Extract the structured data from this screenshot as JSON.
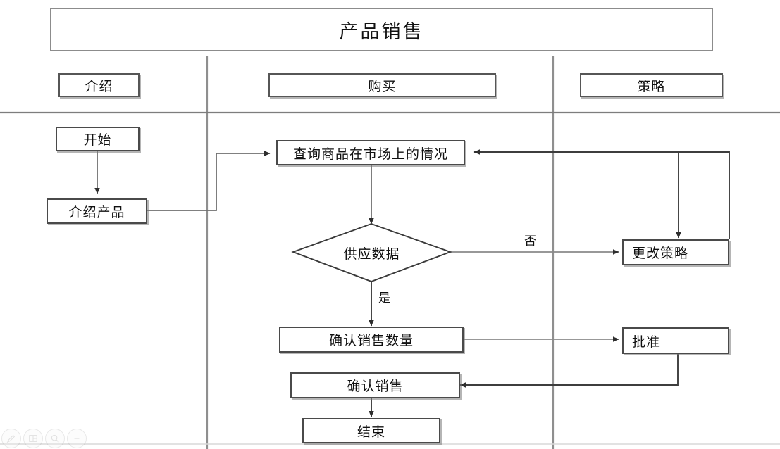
{
  "diagram": {
    "title": "产品销售",
    "type": "swimlane-flowchart",
    "lanes": [
      {
        "id": "intro",
        "label": "介绍"
      },
      {
        "id": "purchase",
        "label": "购买"
      },
      {
        "id": "strategy",
        "label": "策略"
      }
    ],
    "nodes": [
      {
        "id": "start",
        "lane": "intro",
        "shape": "rect",
        "label": "开始"
      },
      {
        "id": "introduce",
        "lane": "intro",
        "shape": "rect",
        "label": "介绍产品"
      },
      {
        "id": "query",
        "lane": "purchase",
        "shape": "rect",
        "label": "查询商品在市场上的情况"
      },
      {
        "id": "supply",
        "lane": "purchase",
        "shape": "diamond",
        "label": "供应数据"
      },
      {
        "id": "confirm_qty",
        "lane": "purchase",
        "shape": "rect",
        "label": "确认销售数量"
      },
      {
        "id": "confirm_sale",
        "lane": "purchase",
        "shape": "rect",
        "label": "确认销售"
      },
      {
        "id": "end",
        "lane": "purchase",
        "shape": "rect",
        "label": "结束"
      },
      {
        "id": "change_strat",
        "lane": "strategy",
        "shape": "rect",
        "label": "更改策略"
      },
      {
        "id": "approve",
        "lane": "strategy",
        "shape": "rect",
        "label": "批准"
      }
    ],
    "edges": [
      {
        "from": "start",
        "to": "introduce",
        "label": ""
      },
      {
        "from": "introduce",
        "to": "query",
        "label": ""
      },
      {
        "from": "query",
        "to": "supply",
        "label": ""
      },
      {
        "from": "supply",
        "to": "change_strat",
        "label": "否"
      },
      {
        "from": "supply",
        "to": "confirm_qty",
        "label": "是"
      },
      {
        "from": "change_strat",
        "to": "query",
        "label": ""
      },
      {
        "from": "confirm_qty",
        "to": "approve",
        "label": ""
      },
      {
        "from": "approve",
        "to": "confirm_sale",
        "label": ""
      },
      {
        "from": "confirm_sale",
        "to": "end",
        "label": ""
      }
    ],
    "edge_labels": {
      "no": "否",
      "yes": "是"
    }
  },
  "toolbar": {
    "buttons": [
      {
        "name": "pen-icon",
        "title": ""
      },
      {
        "name": "layout-icon",
        "title": ""
      },
      {
        "name": "zoom-icon",
        "title": ""
      },
      {
        "name": "minus-icon",
        "title": ""
      }
    ]
  },
  "colors": {
    "node_border": "#4a4a4a",
    "lane_border": "#8c8c8c",
    "connector": "#3d3d3d",
    "connector_light": "#8a8a8a",
    "background": "#ffffff",
    "text": "#111111"
  }
}
